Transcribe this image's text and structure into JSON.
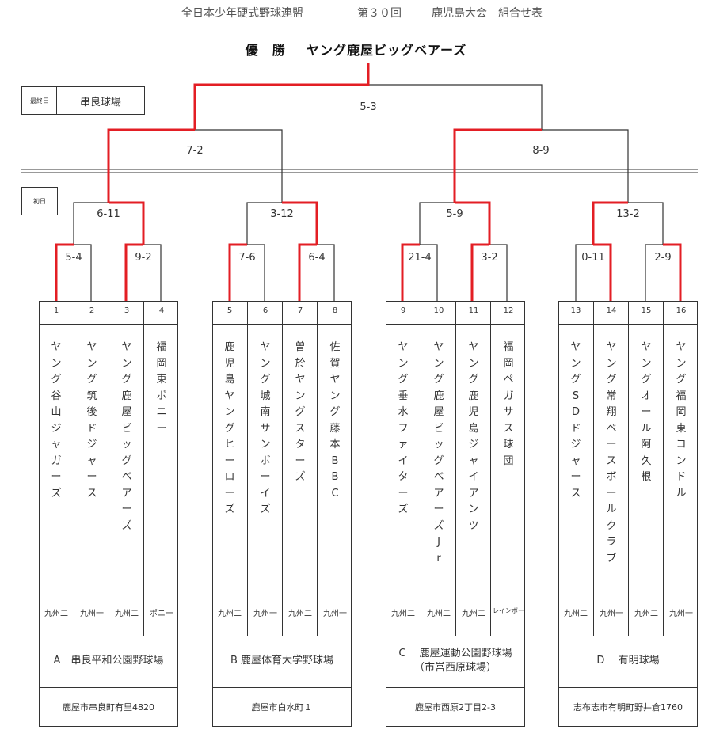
{
  "header": {
    "title_part1": "全日本少年硬式野球連盟",
    "title_part2": "第３０回",
    "title_part3": "鹿児島大会　組合せ表"
  },
  "champion": {
    "label": "優　勝",
    "team": "ヤング鹿屋ビッグベアーズ"
  },
  "day_tags": {
    "final_label": "最終日",
    "final_venue": "串良球場",
    "first_label": "初日"
  },
  "scores": {
    "final": "5-3",
    "semi_left": "7-2",
    "semi_right": "8-9",
    "qf_1": "6-11",
    "qf_2": "3-12",
    "qf_3": "5-9",
    "qf_4": "13-2",
    "r1_1": "5-4",
    "r1_2": "9-2",
    "r1_3": "7-6",
    "r1_4": "6-4",
    "r1_5": "21-4",
    "r1_6": "3-2",
    "r1_7": "0-11",
    "r1_8": "2-9"
  },
  "teams": [
    {
      "num": "1",
      "name": "ヤング谷山ジャガーズ",
      "assoc": "九州二"
    },
    {
      "num": "2",
      "name": "ヤング筑後ドジャース",
      "assoc": "九州一"
    },
    {
      "num": "3",
      "name": "ヤング鹿屋ビッグベアーズ",
      "assoc": "九州二"
    },
    {
      "num": "4",
      "name": "福岡東ポニー",
      "assoc": "ポニー"
    },
    {
      "num": "5",
      "name": "鹿児島ヤングヒーローズ",
      "assoc": "九州二"
    },
    {
      "num": "6",
      "name": "ヤング城南サンボーイズ",
      "assoc": "九州一"
    },
    {
      "num": "7",
      "name": "曽於ヤングスターズ",
      "assoc": "九州二"
    },
    {
      "num": "8",
      "name": "佐賀ヤング藤本BBC",
      "assoc": "九州一"
    },
    {
      "num": "9",
      "name": "ヤング垂水ファイターズ",
      "assoc": "九州二"
    },
    {
      "num": "10",
      "name": "ヤング鹿屋ビッグベアーズJr",
      "assoc": "九州二"
    },
    {
      "num": "11",
      "name": "ヤング鹿児島ジャイアンツ",
      "assoc": "九州二"
    },
    {
      "num": "12",
      "name": "福岡ペガサス球団",
      "assoc": "レインボー"
    },
    {
      "num": "13",
      "name": "ヤングSDドジャース",
      "assoc": "九州二"
    },
    {
      "num": "14",
      "name": "ヤング常翔ベースボールクラブ",
      "assoc": "九州一"
    },
    {
      "num": "15",
      "name": "ヤングオール阿久根",
      "assoc": "九州二"
    },
    {
      "num": "16",
      "name": "ヤング福岡東コンドル",
      "assoc": "九州一"
    }
  ],
  "venues": [
    {
      "line1": "A　串良平和公園野球場",
      "line2": "",
      "address": "鹿屋市串良町有里4820"
    },
    {
      "line1": "B  鹿屋体育大学野球場",
      "line2": "",
      "address": "鹿屋市白水町１"
    },
    {
      "line1": "C　 鹿屋運動公園野球場",
      "line2": "（市営西原球場）",
      "address": "鹿屋市西原2丁目2-3"
    },
    {
      "line1": "D　 有明球場",
      "line2": "",
      "address": "志布志市有明町野井倉1760"
    }
  ],
  "colors": {
    "winner_line": "#e31e24",
    "line": "#333333"
  }
}
